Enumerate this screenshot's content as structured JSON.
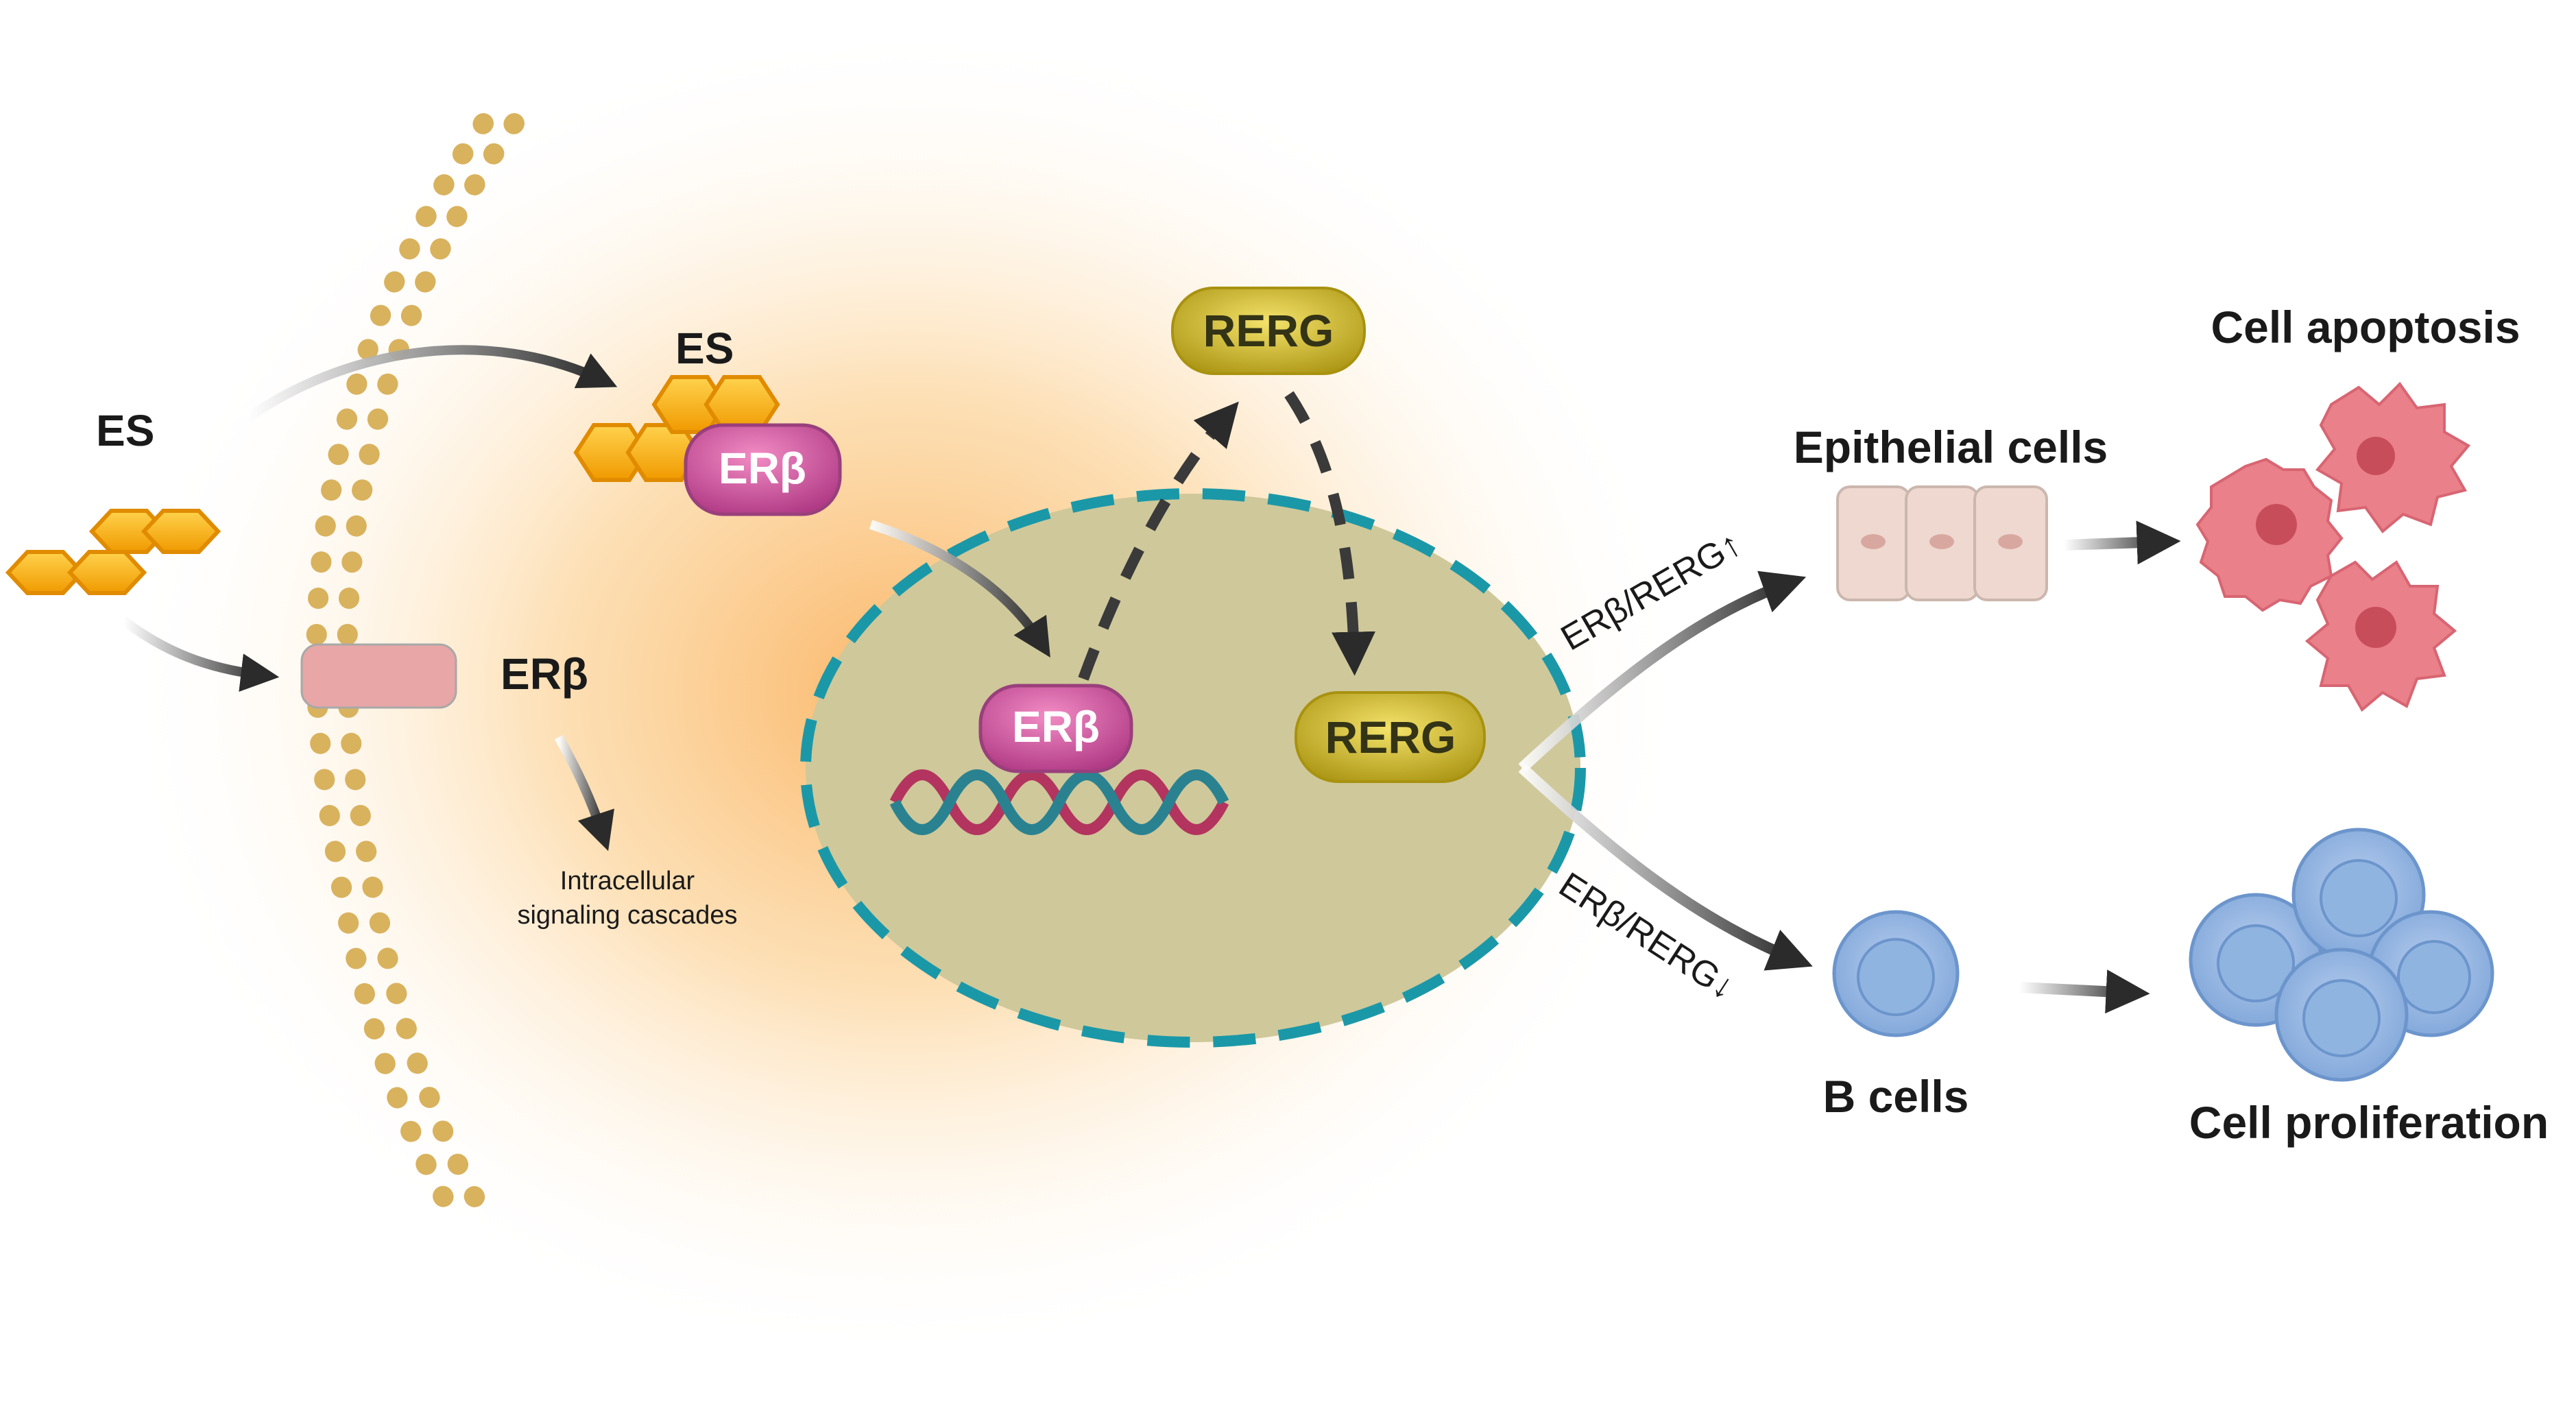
{
  "labels": {
    "es_outside": "ES",
    "es_inside": "ES",
    "erb_membrane": "ERβ",
    "erb_complex": "ERβ",
    "erb_dna": "ERβ",
    "rerg_top": "RERG",
    "rerg_nucleus": "RERG",
    "intracellular_line1": "Intracellular",
    "intracellular_line2": "signaling cascades",
    "erb_rerg_up": "ERβ/RERG↑",
    "erb_rerg_down": "ERβ/RERG↓",
    "epithelial_cells": "Epithelial cells",
    "cell_apoptosis": "Cell apoptosis",
    "b_cells": "B cells",
    "cell_proliferation": "Cell proliferation"
  },
  "colors": {
    "membrane_dot": "#d9b25e",
    "receptor_membrane": "#e8a6a6",
    "erb_magenta": "#c2468f",
    "hexagon_gold": "#f2a900",
    "rerg_olive": "#c9b21a",
    "nucleus_fill": "#cfc89a",
    "nucleus_border": "#1b98a8",
    "glow_orange": "#fbc77b",
    "epithelial": "#eed8d0",
    "apoptosis": "#e9808a",
    "b_cell": "#8fb4e0"
  }
}
